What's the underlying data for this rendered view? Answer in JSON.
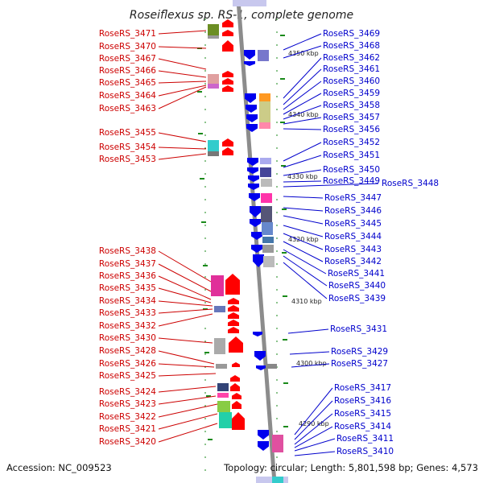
{
  "title": "Roseiflexus sp. RS-1, complete genome",
  "footer": {
    "accession": "Accession: NC_009523",
    "summary": "Topology: circular; Length: 5,801,598 bp; Genes: 4,573"
  },
  "colors": {
    "forward_strand": "#ff0000",
    "reverse_strand": "#0000ee",
    "left_label": "#cc0000",
    "right_label": "#0000cc",
    "backbone": "#8c8c8c",
    "tick_dash": "#1a8a1a"
  },
  "scale_labels": [
    "4350 kbp",
    "4340 kbp",
    "4330 kbp",
    "4320 kbp",
    "4310 kbp",
    "4300 kbp",
    "4290 kbp"
  ],
  "left_genes": [
    "RoseRS_3471",
    "RoseRS_3470",
    "RoseRS_3467",
    "RoseRS_3466",
    "RoseRS_3465",
    "RoseRS_3464",
    "RoseRS_3463",
    "RoseRS_3455",
    "RoseRS_3454",
    "RoseRS_3453",
    "RoseRS_3438",
    "RoseRS_3437",
    "RoseRS_3436",
    "RoseRS_3435",
    "RoseRS_3434",
    "RoseRS_3433",
    "RoseRS_3432",
    "RoseRS_3430",
    "RoseRS_3428",
    "RoseRS_3426",
    "RoseRS_3425",
    "RoseRS_3424",
    "RoseRS_3423",
    "RoseRS_3422",
    "RoseRS_3421",
    "RoseRS_3420"
  ],
  "right_genes": [
    "RoseRS_3469",
    "RoseRS_3468",
    "RoseRS_3462",
    "RoseRS_3461",
    "RoseRS_3460",
    "RoseRS_3459",
    "RoseRS_3458",
    "RoseRS_3457",
    "RoseRS_3456",
    "RoseRS_3452",
    "RoseRS_3451",
    "RoseRS_3450",
    "RoseRS_3449",
    "RoseRS_3448",
    "RoseRS_3447",
    "RoseRS_3446",
    "RoseRS_3445",
    "RoseRS_3444",
    "RoseRS_3443",
    "RoseRS_3442",
    "RoseRS_3441",
    "RoseRS_3440",
    "RoseRS_3439",
    "RoseRS_3431",
    "RoseRS_3429",
    "RoseRS_3427",
    "RoseRS_3417",
    "RoseRS_3416",
    "RoseRS_3415",
    "RoseRS_3414",
    "RoseRS_3411",
    "RoseRS_3410"
  ]
}
